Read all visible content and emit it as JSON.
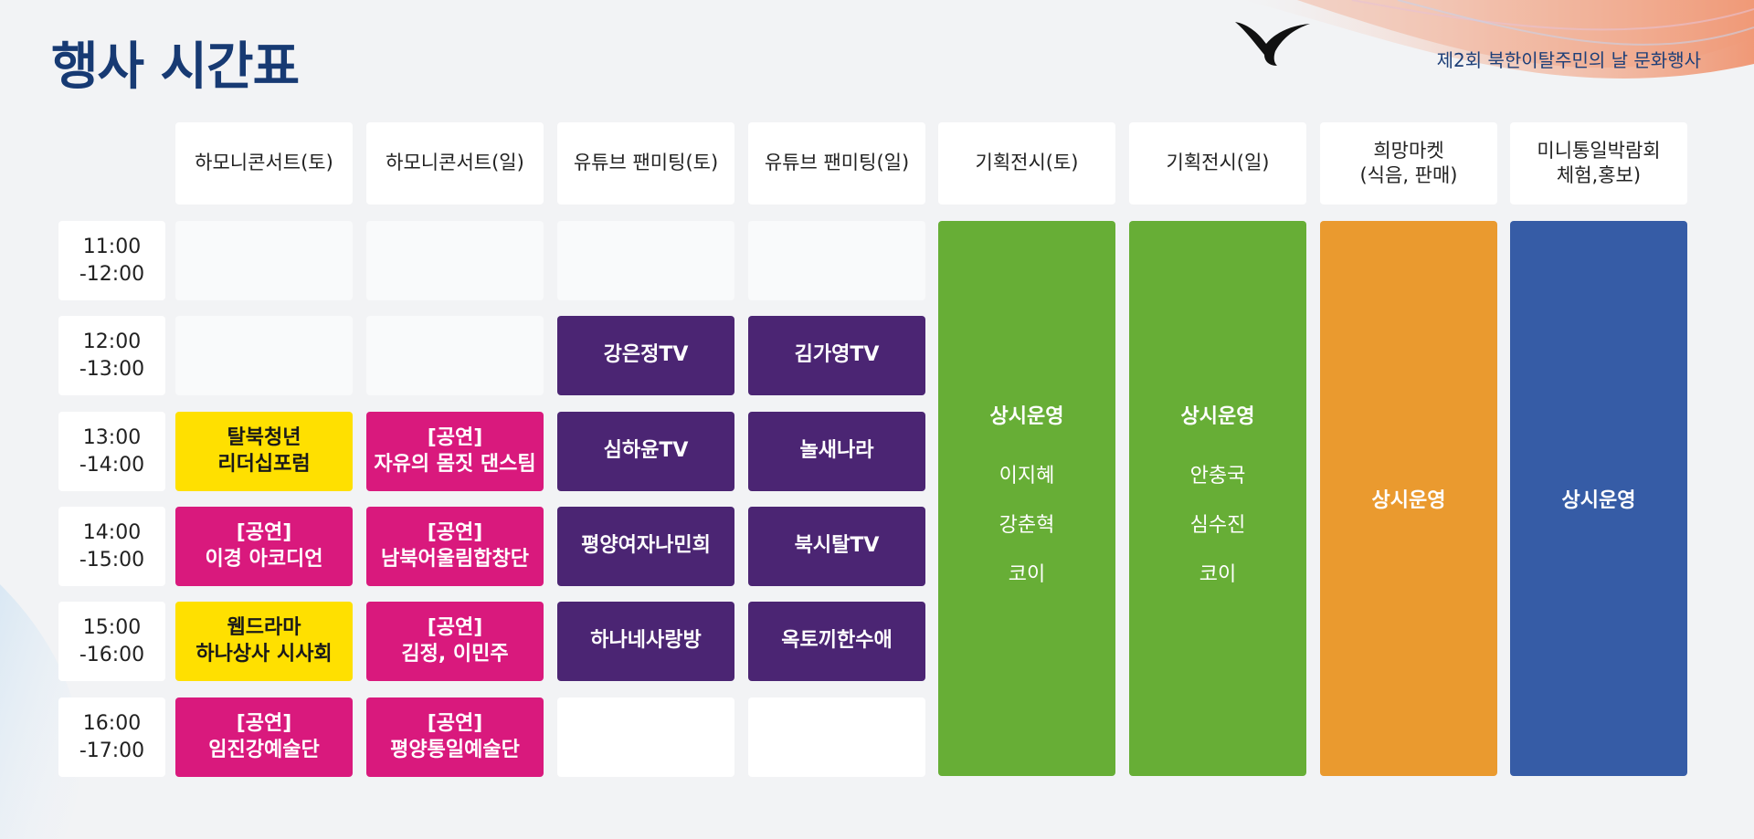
{
  "page": {
    "title": "행사 시간표",
    "event_name": "제2회 북한이탈주민의 날 문화행사"
  },
  "columns": [
    "하모니콘서트(토)",
    "하모니콘서트(일)",
    "유튜브 팬미팅(토)",
    "유튜브 팬미팅(일)",
    "기획전시(토)",
    "기획전시(일)",
    "희망마켓\n(식음, 판매)",
    "미니통일박람회\n체험,홍보)"
  ],
  "times": [
    "11:00\n-12:00",
    "12:00\n-13:00",
    "13:00\n-14:00",
    "14:00\n-15:00",
    "15:00\n-16:00",
    "16:00\n-17:00"
  ],
  "events": {
    "c1r3": "탈북청년\n리더십포럼",
    "c1r4": "[공연]\n이경 아코디언",
    "c1r5": "웹드라마\n하나상사 시사회",
    "c1r6": "[공연]\n임진강예술단",
    "c2r3": "[공연]\n자유의 몸짓 댄스팀",
    "c2r4": "[공연]\n남북어울림합창단",
    "c2r5": "[공연]\n김정, 이민주",
    "c2r6": "[공연]\n평양통일예술단",
    "c3r2": "강은정TV",
    "c3r3": "심하윤TV",
    "c3r4": "평양여자나민희",
    "c3r5": "하나네사랑방",
    "c4r2": "김가영TV",
    "c4r3": "놀새나라",
    "c4r4": "북시탈TV",
    "c4r5": "옥토끼한수애"
  },
  "exhibit_sat": {
    "title": "상시운영",
    "names": [
      "이지혜",
      "강춘혁",
      "코이"
    ]
  },
  "exhibit_sun": {
    "title": "상시운영",
    "names": [
      "안충국",
      "심수진",
      "코이"
    ]
  },
  "market": {
    "title": "상시운영"
  },
  "expo": {
    "title": "상시운영"
  },
  "colors": {
    "title": "#173a73",
    "yellow": "#ffe000",
    "magenta": "#d9197d",
    "purple": "#4b2573",
    "green": "#67ae36",
    "orange": "#ea9a2f",
    "blue": "#365ca6"
  }
}
